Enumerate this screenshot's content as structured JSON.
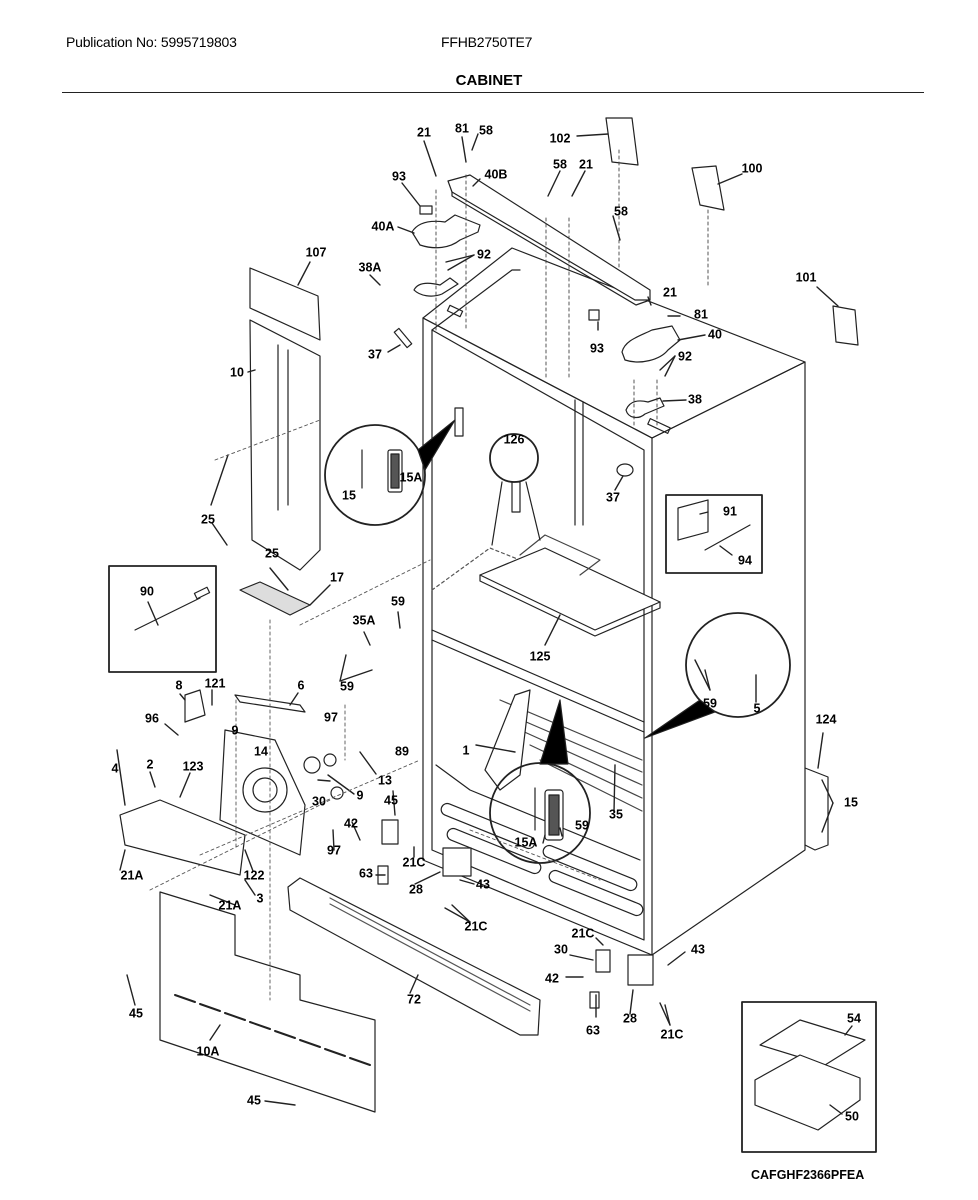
{
  "header": {
    "publication": "Publication No: 5995719803",
    "model": "FFHB2750TE7",
    "section_title": "CABINET"
  },
  "diagram": {
    "type": "exploded-parts-diagram",
    "subject": "Refrigerator cabinet",
    "part_labels": [
      {
        "id": "21",
        "ref": "21"
      },
      {
        "id": "81",
        "ref": "81"
      },
      {
        "id": "58",
        "ref": "58"
      },
      {
        "id": "102",
        "ref": "102"
      },
      {
        "id": "93",
        "ref": "93"
      },
      {
        "id": "40B",
        "ref": "40B"
      },
      {
        "id": "58b",
        "ref": "58"
      },
      {
        "id": "21b",
        "ref": "21"
      },
      {
        "id": "100",
        "ref": "100"
      },
      {
        "id": "40A",
        "ref": "40A"
      },
      {
        "id": "58c",
        "ref": "58"
      },
      {
        "id": "92",
        "ref": "92"
      },
      {
        "id": "107",
        "ref": "107"
      },
      {
        "id": "38A",
        "ref": "38A"
      },
      {
        "id": "101",
        "ref": "101"
      },
      {
        "id": "21c",
        "ref": "21"
      },
      {
        "id": "81b",
        "ref": "81"
      },
      {
        "id": "93b",
        "ref": "93"
      },
      {
        "id": "40",
        "ref": "40"
      },
      {
        "id": "37",
        "ref": "37"
      },
      {
        "id": "92b",
        "ref": "92"
      },
      {
        "id": "10",
        "ref": "10"
      },
      {
        "id": "38",
        "ref": "38"
      },
      {
        "id": "126",
        "ref": "126"
      },
      {
        "id": "15",
        "ref": "15"
      },
      {
        "id": "15A",
        "ref": "15A"
      },
      {
        "id": "37b",
        "ref": "37"
      },
      {
        "id": "91",
        "ref": "91"
      },
      {
        "id": "94",
        "ref": "94"
      },
      {
        "id": "25",
        "ref": "25"
      },
      {
        "id": "25b",
        "ref": "25"
      },
      {
        "id": "17",
        "ref": "17"
      },
      {
        "id": "90",
        "ref": "90"
      },
      {
        "id": "59",
        "ref": "59"
      },
      {
        "id": "35A",
        "ref": "35A"
      },
      {
        "id": "125",
        "ref": "125"
      },
      {
        "id": "59b",
        "ref": "59"
      },
      {
        "id": "59c",
        "ref": "59"
      },
      {
        "id": "35",
        "ref": "35"
      },
      {
        "id": "5",
        "ref": "5"
      },
      {
        "id": "8",
        "ref": "8"
      },
      {
        "id": "121",
        "ref": "121"
      },
      {
        "id": "6",
        "ref": "6"
      },
      {
        "id": "96",
        "ref": "96"
      },
      {
        "id": "9",
        "ref": "9"
      },
      {
        "id": "97",
        "ref": "97"
      },
      {
        "id": "14",
        "ref": "14"
      },
      {
        "id": "89",
        "ref": "89"
      },
      {
        "id": "124",
        "ref": "124"
      },
      {
        "id": "1",
        "ref": "1"
      },
      {
        "id": "4",
        "ref": "4"
      },
      {
        "id": "2",
        "ref": "2"
      },
      {
        "id": "123",
        "ref": "123"
      },
      {
        "id": "13",
        "ref": "13"
      },
      {
        "id": "9b",
        "ref": "9"
      },
      {
        "id": "30",
        "ref": "30"
      },
      {
        "id": "45",
        "ref": "45"
      },
      {
        "id": "15b",
        "ref": "15"
      },
      {
        "id": "15Ab",
        "ref": "15A"
      },
      {
        "id": "59d",
        "ref": "59"
      },
      {
        "id": "42",
        "ref": "42"
      },
      {
        "id": "97b",
        "ref": "97"
      },
      {
        "id": "21C",
        "ref": "21C"
      },
      {
        "id": "122",
        "ref": "122"
      },
      {
        "id": "21A",
        "ref": "21A"
      },
      {
        "id": "63",
        "ref": "63"
      },
      {
        "id": "28",
        "ref": "28"
      },
      {
        "id": "43",
        "ref": "43"
      },
      {
        "id": "3",
        "ref": "3"
      },
      {
        "id": "21Ab",
        "ref": "21A"
      },
      {
        "id": "21Cb",
        "ref": "21C"
      },
      {
        "id": "21Cc",
        "ref": "21C"
      },
      {
        "id": "30b",
        "ref": "30"
      },
      {
        "id": "43b",
        "ref": "43"
      },
      {
        "id": "42b",
        "ref": "42"
      },
      {
        "id": "45b",
        "ref": "45"
      },
      {
        "id": "72",
        "ref": "72"
      },
      {
        "id": "63b",
        "ref": "63"
      },
      {
        "id": "28b",
        "ref": "28"
      },
      {
        "id": "21Cd",
        "ref": "21C"
      },
      {
        "id": "54",
        "ref": "54"
      },
      {
        "id": "10A",
        "ref": "10A"
      },
      {
        "id": "50",
        "ref": "50"
      },
      {
        "id": "45c",
        "ref": "45"
      }
    ],
    "inset_code": "CAFGHF2366PFEA"
  }
}
